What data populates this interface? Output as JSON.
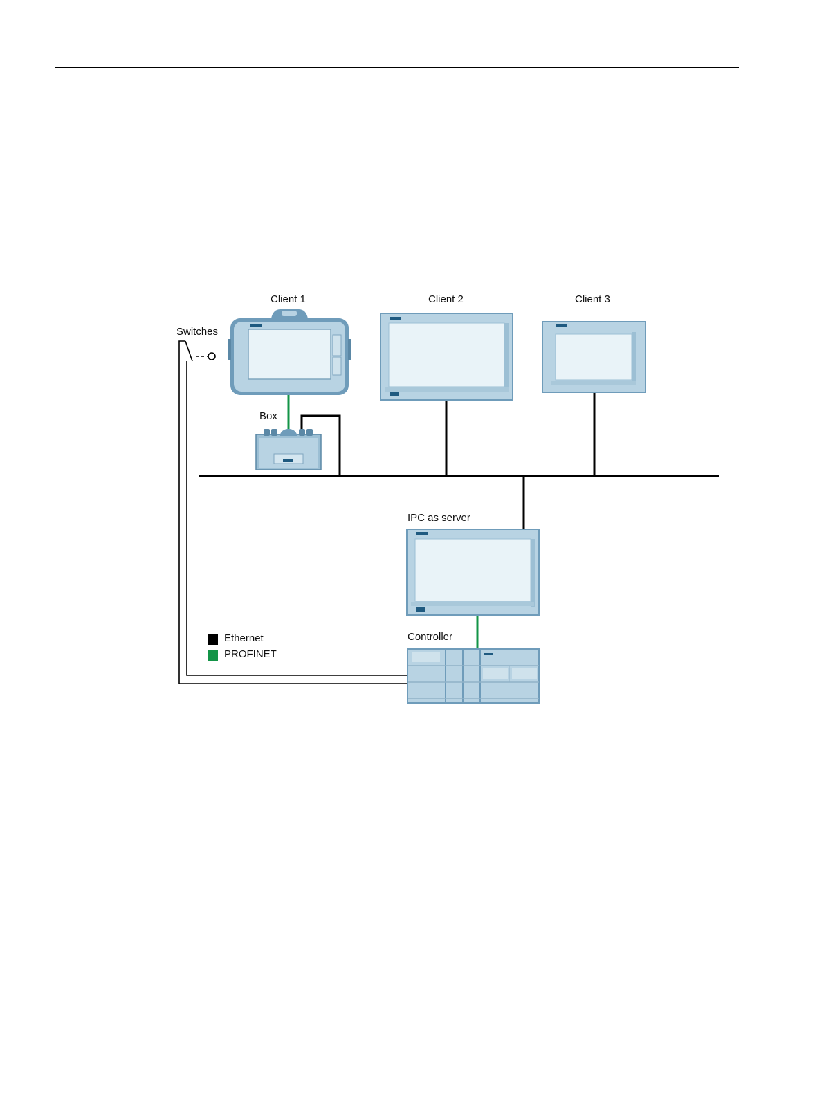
{
  "labels": {
    "client1": "Client 1",
    "client2": "Client 2",
    "client3": "Client 3",
    "switches": "Switches",
    "box": "Box",
    "ipc_server": "IPC as server",
    "controller": "Controller"
  },
  "legend": [
    {
      "label": "Ethernet",
      "color": "#000000"
    },
    {
      "label": "PROFINET",
      "color": "#139447"
    }
  ],
  "colors": {
    "device_frame": "#6f9cba",
    "device_body": "#b8d3e3",
    "device_screen": "#e9f3f8",
    "device_accent": "#1f5a80"
  }
}
